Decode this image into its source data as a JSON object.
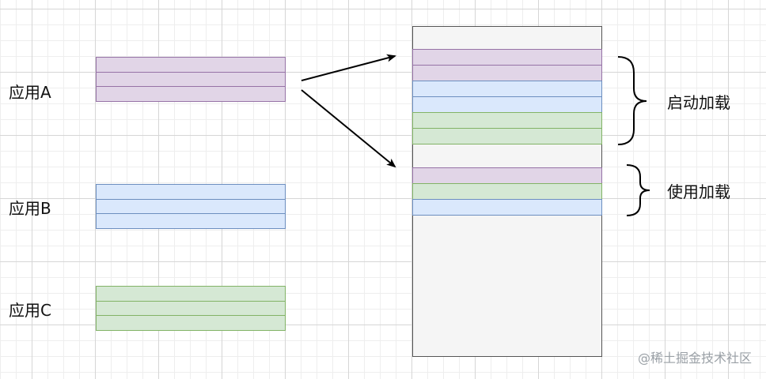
{
  "colors": {
    "purple_fill": "#e1d5e7",
    "purple_stroke": "#9673a6",
    "blue_fill": "#dae8fc",
    "blue_stroke": "#6c8ebf",
    "green_fill": "#d5e8d4",
    "green_stroke": "#82b366",
    "memory_fill": "#f5f5f5",
    "memory_stroke": "#555555"
  },
  "apps": [
    {
      "label": "应用A",
      "color": "purple",
      "rows": 3
    },
    {
      "label": "应用B",
      "color": "blue",
      "rows": 3
    },
    {
      "label": "应用C",
      "color": "green",
      "rows": 3
    }
  ],
  "memory": {
    "startup_segments": [
      "purple",
      "purple",
      "blue",
      "blue",
      "green",
      "green"
    ],
    "usage_segments": [
      "purple",
      "green",
      "blue"
    ]
  },
  "braces": {
    "startup_label": "启动加载",
    "usage_label": "使用加载"
  },
  "watermark": "@稀土掘金技术社区"
}
